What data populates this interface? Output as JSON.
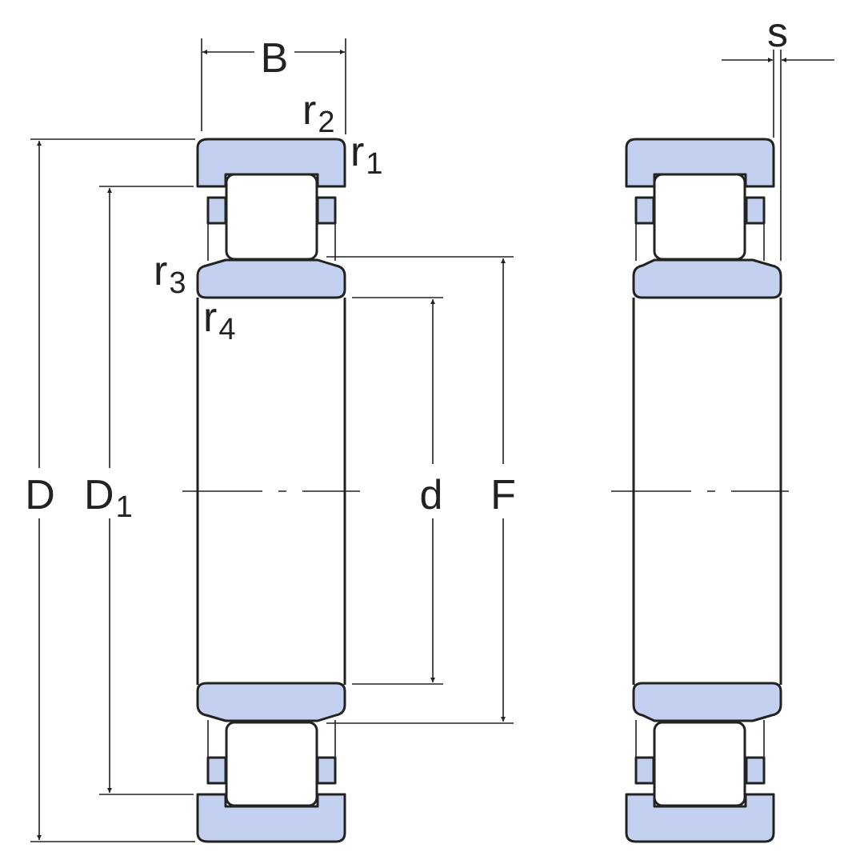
{
  "labels": {
    "B": "B",
    "D": "D",
    "D1_main": "D",
    "D1_sub": "1",
    "d": "d",
    "F": "F",
    "s": "s",
    "r1_main": "r",
    "r1_sub": "1",
    "r2_main": "r",
    "r2_sub": "2",
    "r3_main": "r",
    "r3_sub": "3",
    "r4_main": "r",
    "r4_sub": "4"
  },
  "colors": {
    "ring_fill": "#c3d0ef",
    "outline": "#222222",
    "roller_fill": "#ffffff"
  }
}
